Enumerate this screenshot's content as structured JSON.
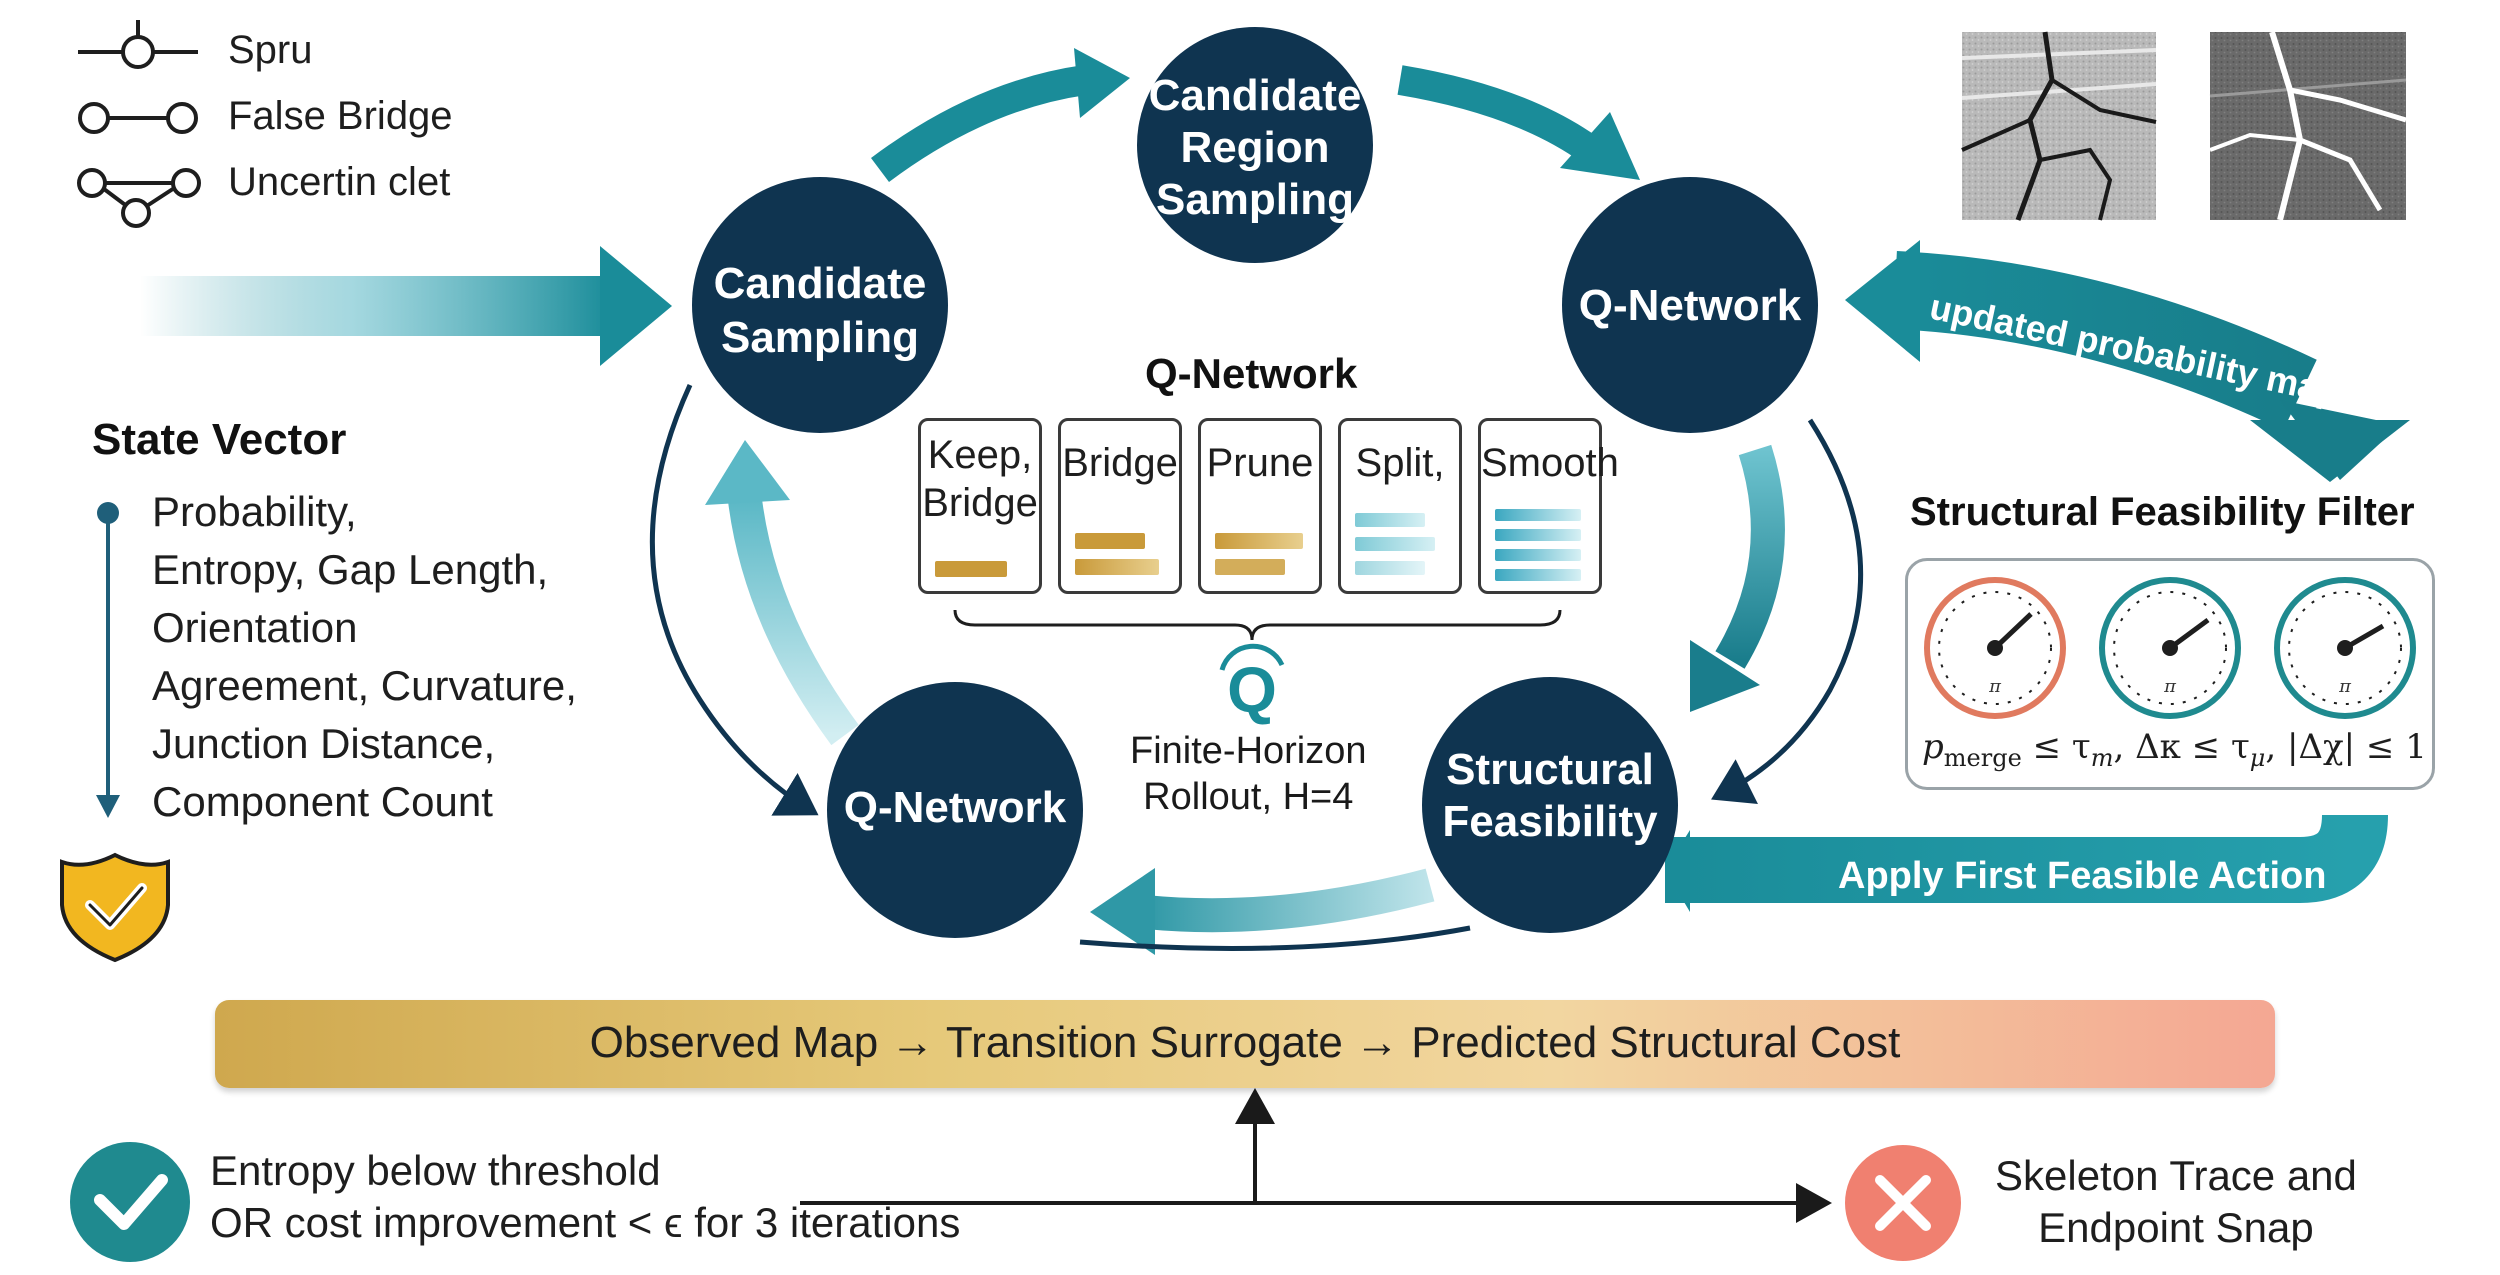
{
  "legend": {
    "items": [
      {
        "label": "Spru",
        "icon": "spur-glyph-icon"
      },
      {
        "label": "False Bridge",
        "icon": "false-bridge-glyph-icon"
      },
      {
        "label": "Uncertin clet",
        "icon": "uncertain-cluster-glyph-icon"
      }
    ]
  },
  "nodes": {
    "candidate_region_sampling": [
      "Candidate",
      "Region",
      "Sampling"
    ],
    "candidate_sampling": [
      "Candidate",
      "Sampling"
    ],
    "q_network_right": "Q-Network",
    "q_network_left": "Q-Network",
    "structural_feasibility": [
      "Structural",
      "Feasibility"
    ]
  },
  "center": {
    "title": "Q-Network",
    "actions": [
      {
        "label": "Keep,\nBridge",
        "bars": "gold"
      },
      {
        "label": "Bridge",
        "bars": "gold"
      },
      {
        "label": "Prune",
        "bars": "gold"
      },
      {
        "label": "Split,",
        "bars": "teal"
      },
      {
        "label": "Smooth",
        "bars": "teal"
      }
    ],
    "q_symbol": "Q",
    "rollout": [
      "Finite-Horizon",
      "Rollout, H=4"
    ]
  },
  "state_vector": {
    "title": "State Vector",
    "lines": [
      "Probability,",
      "Entropy, Gap Length,",
      "Orientation",
      "Agreement, Curvature,",
      "Junction Distance,",
      "Component Count"
    ]
  },
  "feedback_label": "updated probability map",
  "filter": {
    "title": "Structural Feasibility Filter",
    "gauge_symbol": "π",
    "gauges": [
      {
        "color": "#e07a5f"
      },
      {
        "color": "#1f8a8f"
      },
      {
        "color": "#1f8a8f"
      }
    ],
    "formula_parts": {
      "p": "p",
      "merge_sub": "merge",
      "rest1": " ≤ τ",
      "m_sub": "m",
      "rest2": ", Δκ ≤ τ",
      "mu_sub": "μ",
      "rest3": ", |Δχ| ≤ 1"
    }
  },
  "apply_action": "Apply First Feasible Action",
  "banner": "Observed Map → Transition Surrogate → Predicted Structural Cost",
  "stop_condition": [
    "Entropy below threshold",
    "OR cost improvement < ϵ for 3 iterations"
  ],
  "output_step": [
    "Skeleton Trace and",
    "Endpoint Snap"
  ],
  "colors": {
    "node_navy": "#0f3450",
    "teal": "#1a8c99",
    "teal_light": "#9fd6df",
    "gold": "#c99a3a",
    "check_teal": "#1f8a8f",
    "cross_salmon": "#f08070"
  }
}
